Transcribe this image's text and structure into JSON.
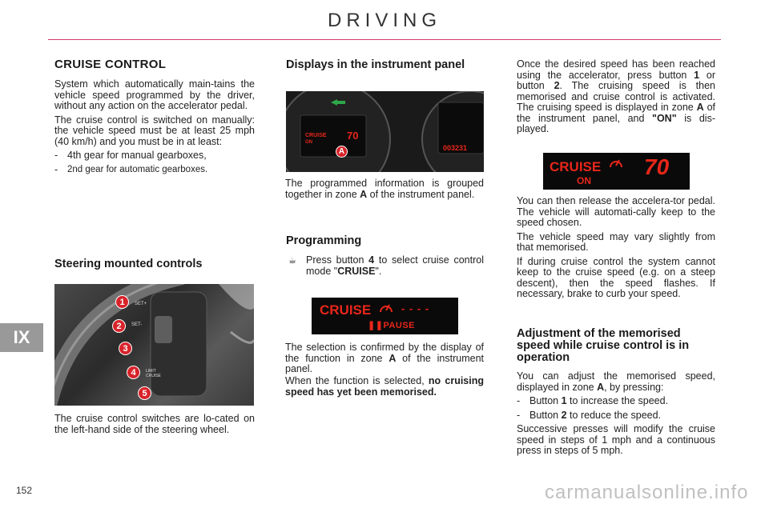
{
  "header": {
    "title": "DRIVING"
  },
  "chapter": {
    "label": "IX"
  },
  "page_number": "152",
  "watermark": "carmanualsonline.info",
  "col1": {
    "title": "CRUISE CONTROL",
    "p1": "System which automatically main-tains the vehicle speed programmed by the driver, without any action on the accelerator pedal.",
    "p2": "The cruise control is switched on manually: the vehicle speed must be at least 25 mph (40 km/h) and you must be in at least:",
    "list": [
      "4th gear for manual gearboxes,",
      "2nd gear for automatic gearboxes."
    ],
    "steering_title": "Steering mounted controls",
    "steering_caption": "The cruise control switches are lo-cated on the left-hand side of the steering wheel.",
    "wheel_labels": [
      "SET+",
      "SET-",
      "LIMIT CRUISE"
    ],
    "callouts": [
      "1",
      "2",
      "3",
      "4",
      "5"
    ]
  },
  "col2": {
    "title": "Displays in the instrument panel",
    "panel_display": {
      "cruise": "CRUISE",
      "on": "ON",
      "speed": "70",
      "odometer": "003231",
      "zone": "A"
    },
    "p1_pre": "The programmed information is grouped together in zone ",
    "p1_bold": "A",
    "p1_post": " of the instrument panel.",
    "programming_title": "Programming",
    "prog_pre": "Press button ",
    "prog_bold1": "4",
    "prog_mid": " to select cruise control mode \"",
    "prog_bold2": "CRUISE",
    "prog_post": "\".",
    "pause_display": {
      "cruise": "CRUISE",
      "pause": "PAUSE",
      "dashes": "- - - -"
    },
    "p2_pre": "The selection is confirmed by the display of the function in zone ",
    "p2_bold": "A",
    "p2_post": " of the instrument panel.",
    "p3_pre": "When the function is selected, ",
    "p3_bold": "no cruising speed has yet been memorised."
  },
  "col3": {
    "p1_a": "Once the desired speed has been reached using the accelerator, press button ",
    "p1_b1": "1",
    "p1_c": " or button ",
    "p1_b2": "2",
    "p1_d": ". The cruising speed is then memorised and cruise control is activated. The cruising speed is displayed in zone ",
    "p1_b3": "A",
    "p1_e": " of the instrument panel, and ",
    "p1_b4": "\"ON\"",
    "p1_f": " is dis-played.",
    "on_display": {
      "cruise": "CRUISE",
      "on": "ON",
      "speed": "70"
    },
    "p2": "You can then release the accelera-tor pedal. The vehicle will automati-cally keep to the speed chosen.",
    "p3": "The vehicle speed may vary slightly from that memorised.",
    "p4": "If during cruise control the system cannot keep to the cruise speed (e.g. on a steep descent), then the speed flashes. If necessary, brake to curb your speed.",
    "adjust_title": "Adjustment of the memorised speed while cruise control is in operation",
    "p5_pre": "You can adjust the memorised speed, displayed in zone ",
    "p5_bold": "A",
    "p5_post": ", by pressing:",
    "btn1_pre": "Button ",
    "btn1_bold": "1",
    "btn1_post": " to increase the speed.",
    "btn2_pre": "Button ",
    "btn2_bold": "2",
    "btn2_post": " to reduce the speed.",
    "p6": "Successive presses will modify the cruise speed in steps of 1 mph and a continuous press in steps of 5 mph."
  },
  "colors": {
    "accent_rule": "#d23a6d",
    "display_red": "#e8261a",
    "tab_gray": "#999999"
  }
}
